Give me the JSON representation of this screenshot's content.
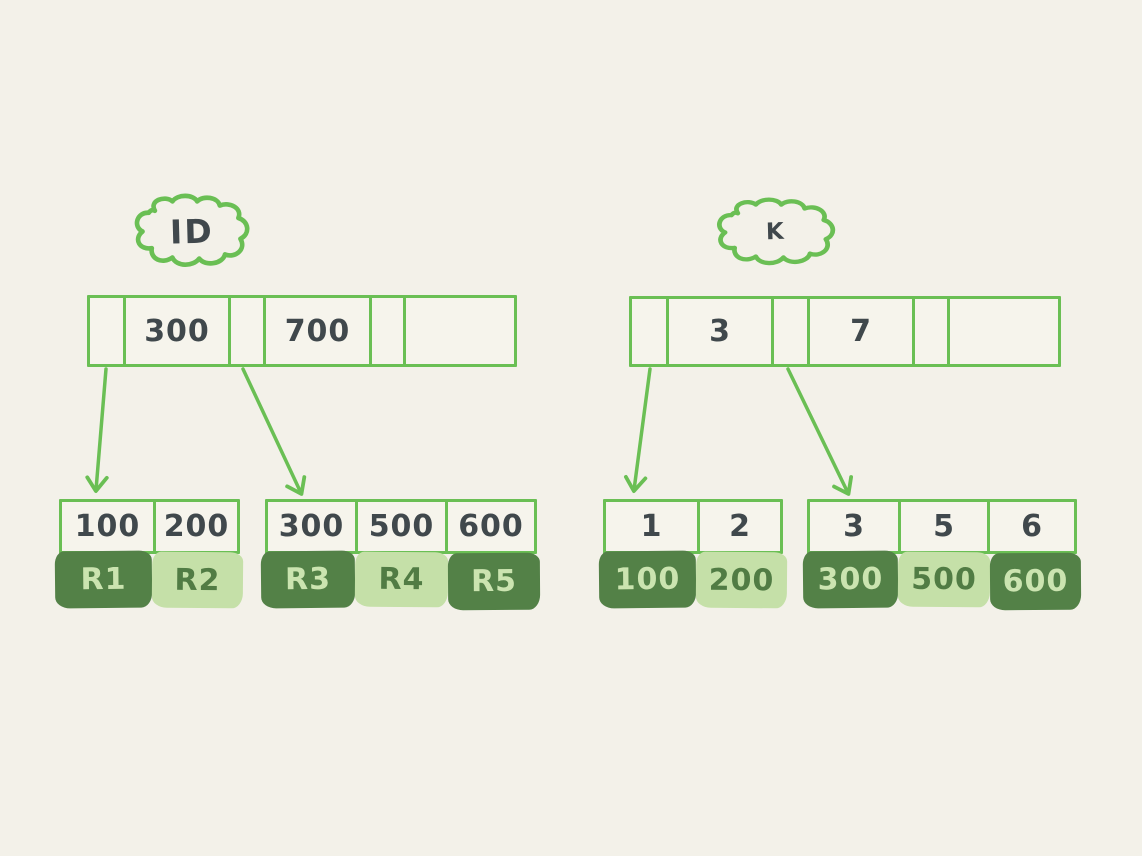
{
  "diagram": {
    "title_left": "ID",
    "title_right": "K",
    "colors": {
      "background": "#f3f1e9",
      "stroke_green": "#6abf54",
      "dark_block_fill": "#538147",
      "light_block_fill": "#c5e0a8",
      "key_text": "#40484c",
      "text_on_dark": "#cbe4b0",
      "text_on_light": "#517c44"
    }
  },
  "left": {
    "cloud_label": "ID",
    "index_cells": [
      "",
      "300",
      "",
      "700",
      "",
      ""
    ],
    "leaves": [
      {
        "keys": [
          "100",
          "200"
        ],
        "records": [
          {
            "label": "R1",
            "variant": "dark"
          },
          {
            "label": "R2",
            "variant": "light"
          }
        ]
      },
      {
        "keys": [
          "300",
          "500",
          "600"
        ],
        "records": [
          {
            "label": "R3",
            "variant": "dark"
          },
          {
            "label": "R4",
            "variant": "light"
          },
          {
            "label": "R5",
            "variant": "dark"
          }
        ]
      }
    ]
  },
  "right": {
    "cloud_label": "K",
    "index_cells": [
      "",
      "3",
      "",
      "7",
      "",
      ""
    ],
    "leaves": [
      {
        "keys": [
          "1",
          "2"
        ],
        "records": [
          {
            "label": "100",
            "variant": "dark"
          },
          {
            "label": "200",
            "variant": "light"
          }
        ]
      },
      {
        "keys": [
          "3",
          "5",
          "6"
        ],
        "records": [
          {
            "label": "300",
            "variant": "dark"
          },
          {
            "label": "500",
            "variant": "light"
          },
          {
            "label": "600",
            "variant": "dark"
          }
        ]
      }
    ]
  }
}
